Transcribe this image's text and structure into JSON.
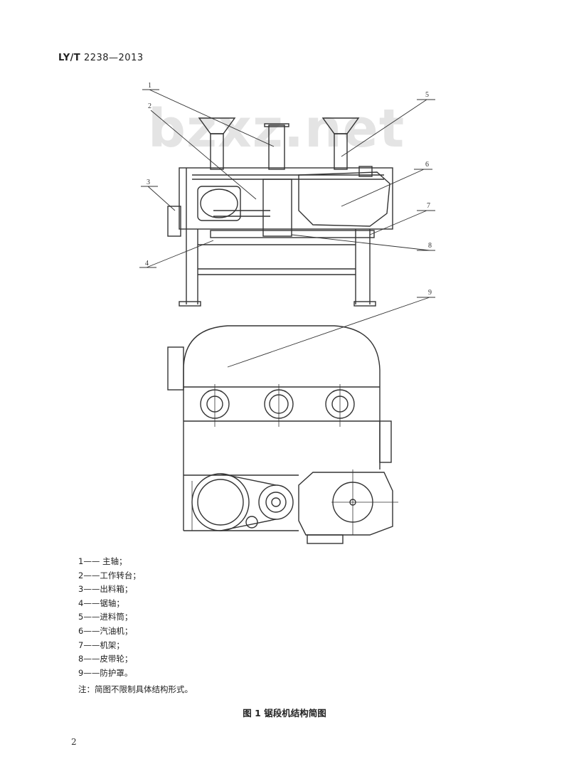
{
  "header": {
    "standard_prefix": "LY/T",
    "standard_number": "2238—2013"
  },
  "watermark": "bzxz.net",
  "figure": {
    "callout_numbers": [
      "1",
      "2",
      "3",
      "4",
      "5",
      "6",
      "7",
      "8",
      "9"
    ]
  },
  "legend": [
    "1—— 主轴；",
    "2——工作转台；",
    "3——出料箱；",
    "4——锯轴；",
    "5——进料筒；",
    "6——汽油机；",
    "7——机架；",
    "8——皮带轮；",
    "9——防护罩。"
  ],
  "note": "注：简图不限制具体结构形式。",
  "caption": "图 1   锯段机结构简图",
  "page_number": "2"
}
